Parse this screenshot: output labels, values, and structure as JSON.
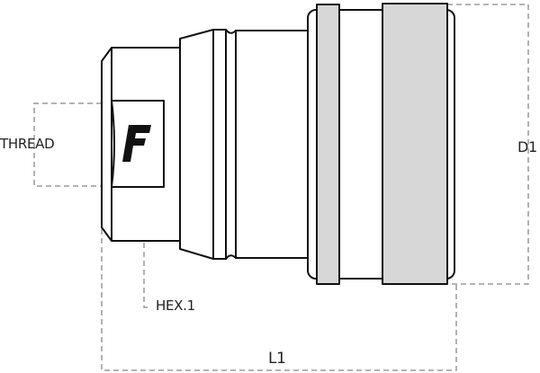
{
  "labels": {
    "thread": "THREAD",
    "d1": "D1",
    "hex1": "HEX.1",
    "l1": "L1"
  },
  "logo_text": "F",
  "colors": {
    "outline": "#111111",
    "band_fill": "#d7d7d7",
    "dimension_line": "#888888"
  }
}
